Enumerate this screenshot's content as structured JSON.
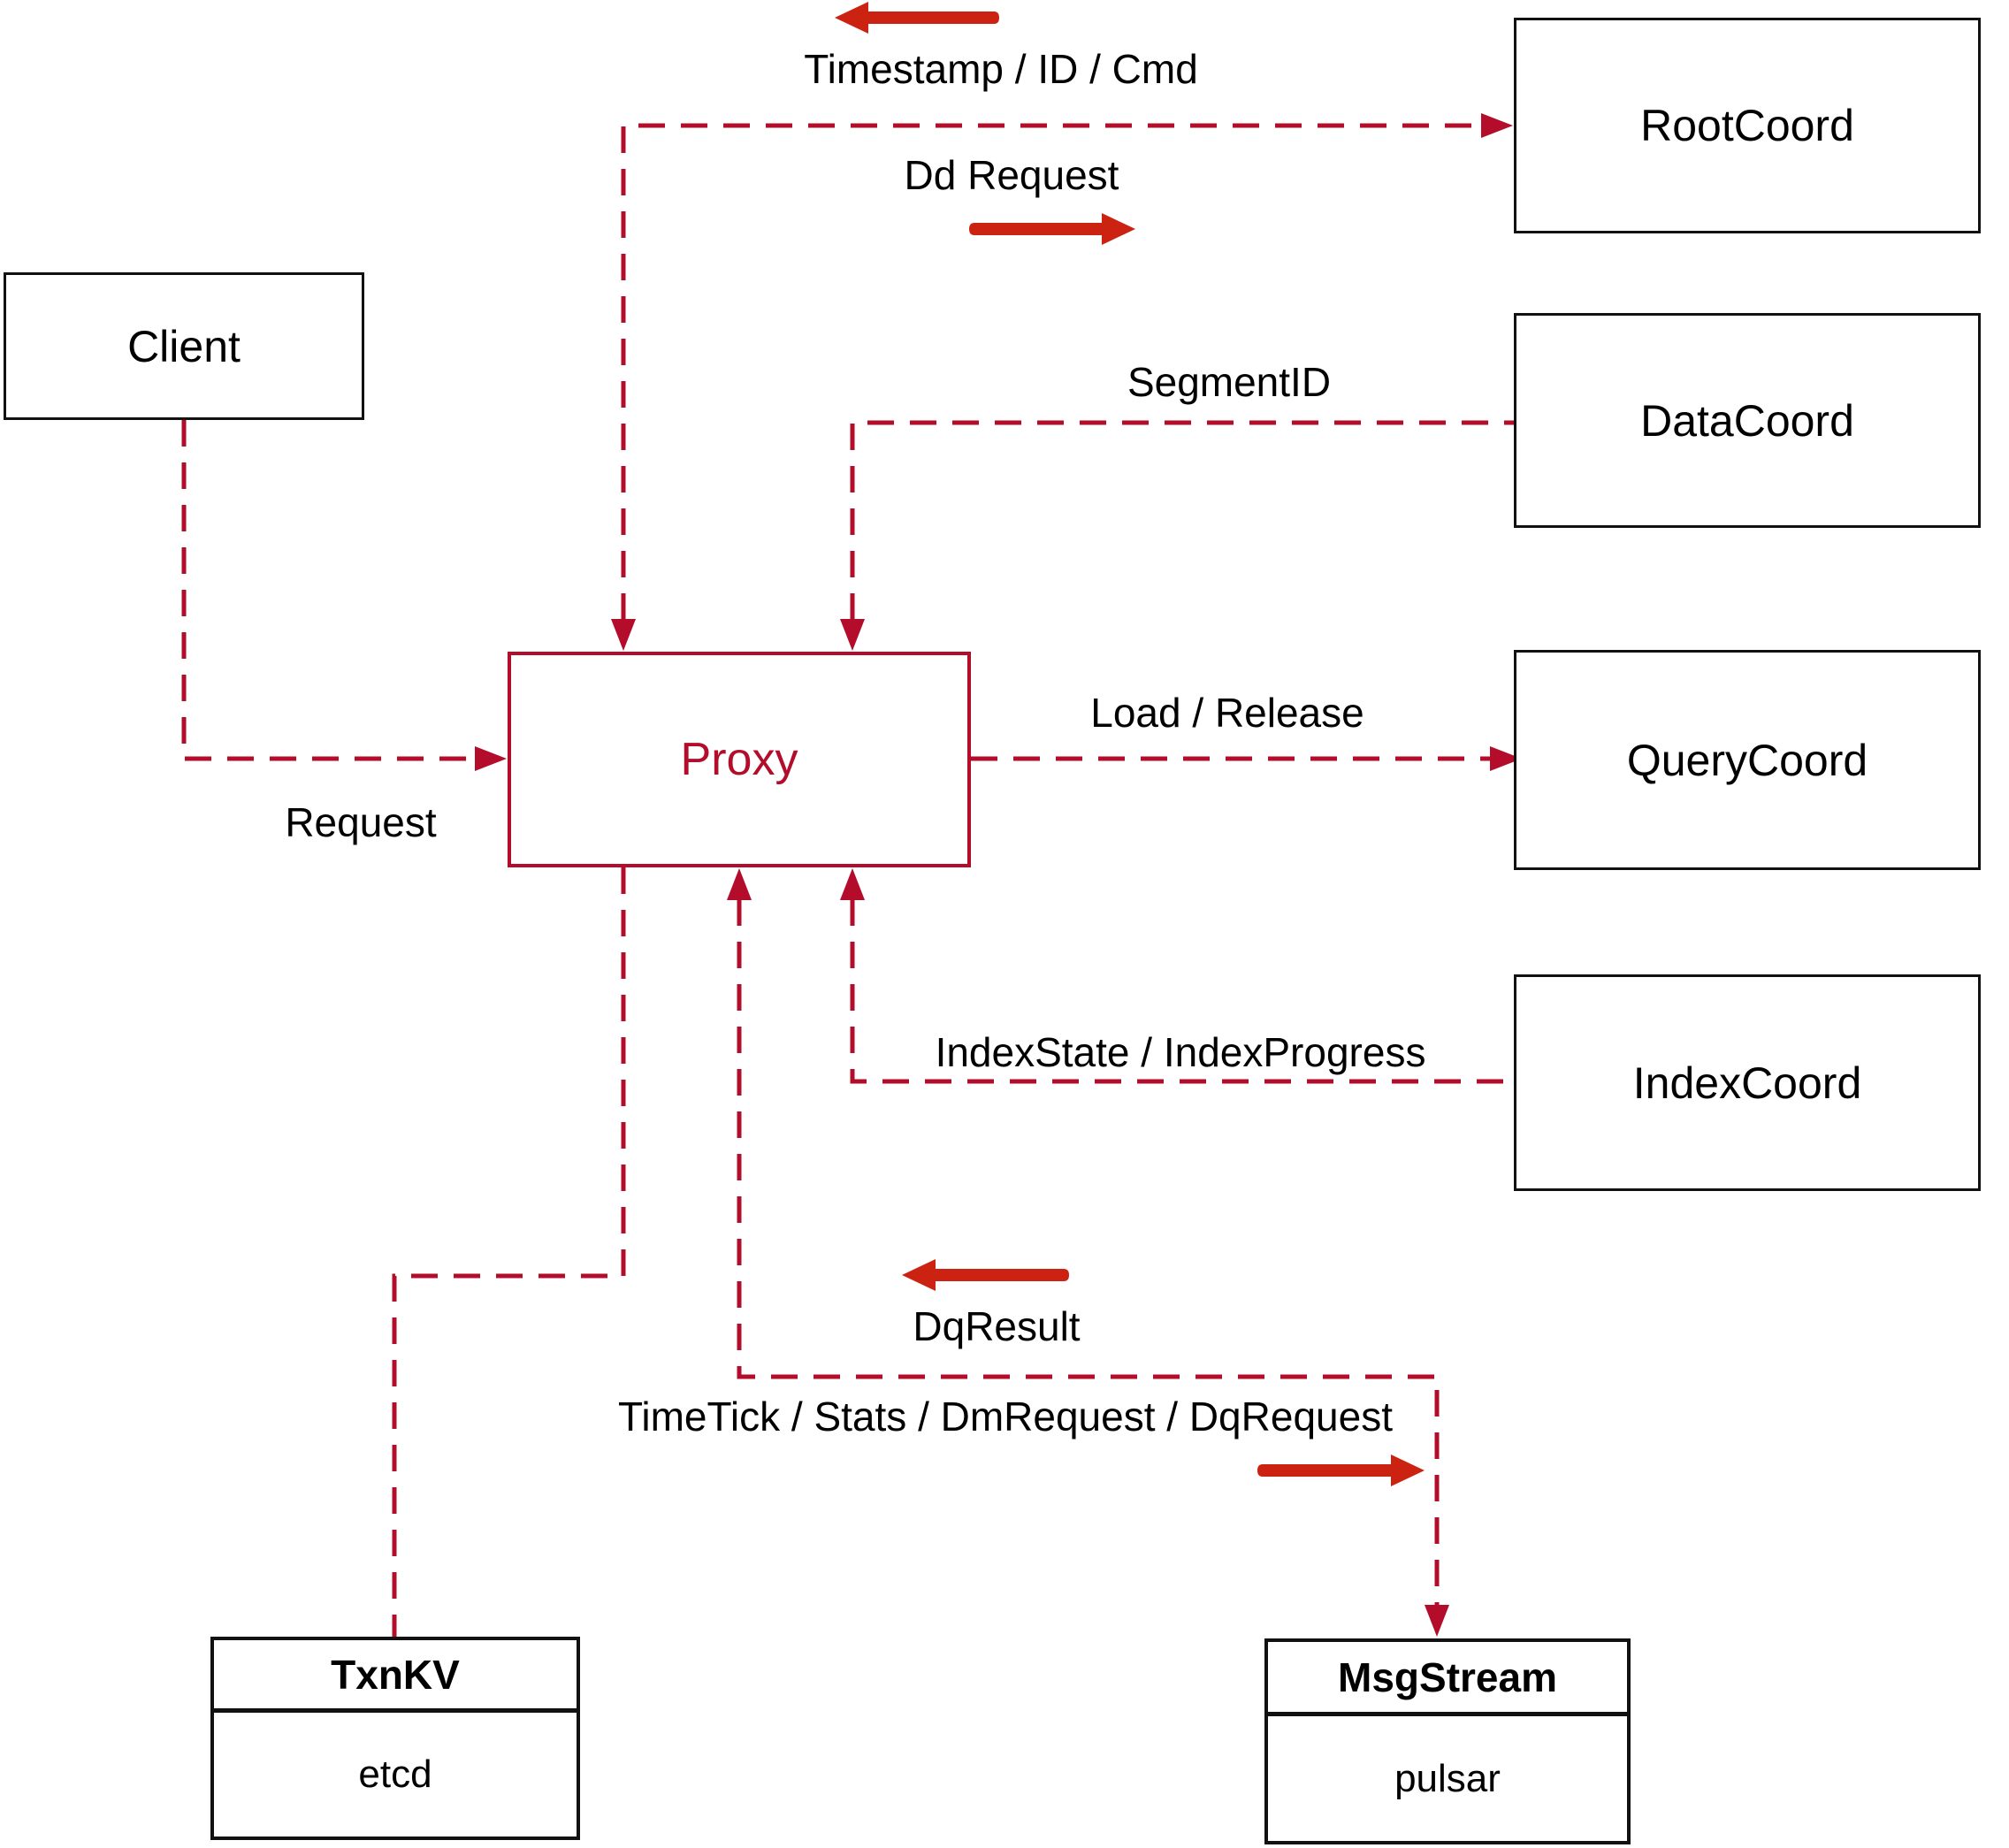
{
  "colors": {
    "dashed_line": "#b30d2b",
    "solid_arrow": "#cc2212",
    "box_border": "#111111",
    "text": "#000000",
    "background": "#ffffff"
  },
  "nodes": {
    "client": {
      "label": "Client"
    },
    "rootcoord": {
      "label": "RootCoord"
    },
    "datacoord": {
      "label": "DataCoord"
    },
    "querycoord": {
      "label": "QueryCoord"
    },
    "indexcoord": {
      "label": "IndexCoord"
    },
    "proxy": {
      "label": "Proxy"
    },
    "txnkv": {
      "title": "TxnKV",
      "impl": "etcd"
    },
    "msgstream": {
      "title": "MsgStream",
      "impl": "pulsar"
    }
  },
  "edge_labels": {
    "rootcoord_response": "Timestamp / ID / Cmd",
    "rootcoord_request": "Dd Request",
    "client_request": "Request",
    "datacoord_segment": "SegmentID",
    "querycoord_load": "Load / Release",
    "indexcoord_state": "IndexState / IndexProgress",
    "msgstream_result": "DqResult",
    "msgstream_request": "TimeTick / Stats / DmRequest / DqRequest"
  }
}
